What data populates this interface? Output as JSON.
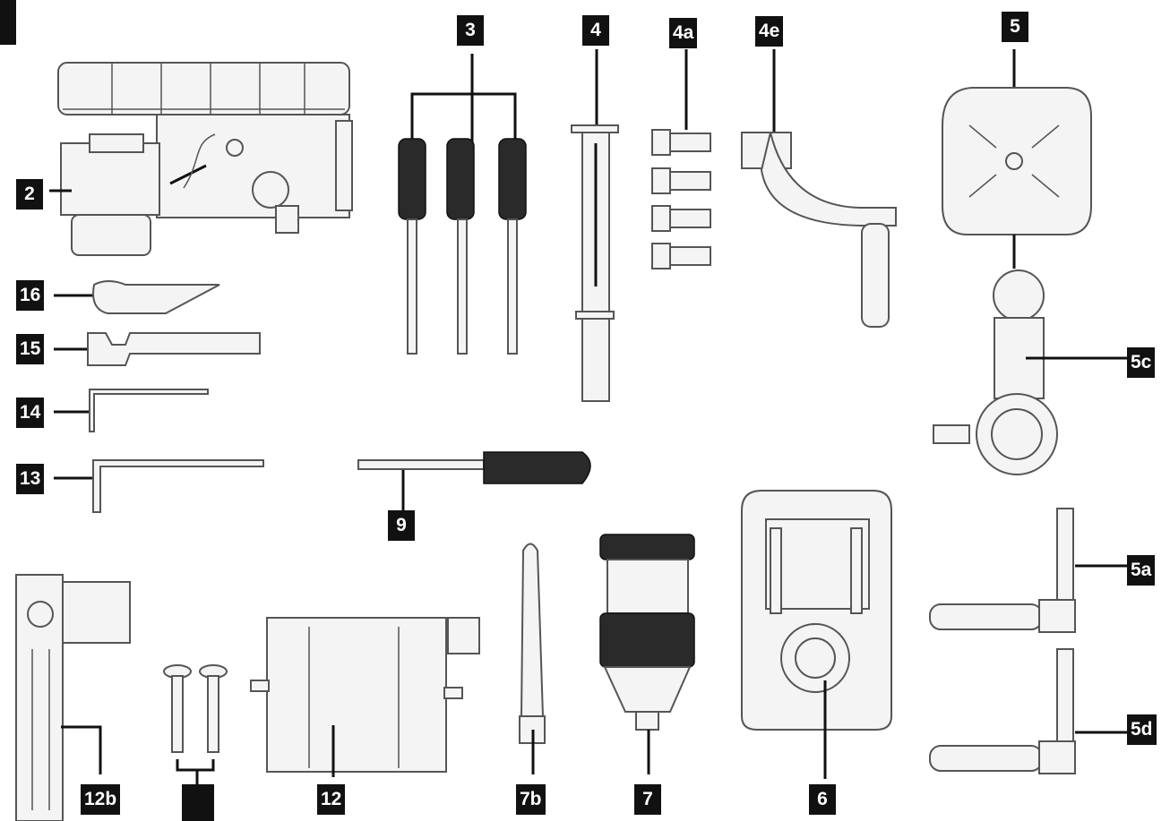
{
  "labels": {
    "l2": "2",
    "l3": "3",
    "l4": "4",
    "l4a": "4a",
    "l4e": "4e",
    "l5": "5",
    "l5c": "5c",
    "l5a": "5a",
    "l5d": "5d",
    "l6": "6",
    "l7": "7",
    "l7b": "7b",
    "l9": "9",
    "l12b": "12b",
    "l12": "12",
    "l13": "13",
    "l14": "14",
    "l15": "15",
    "l16": "16",
    "l_blank": ""
  }
}
